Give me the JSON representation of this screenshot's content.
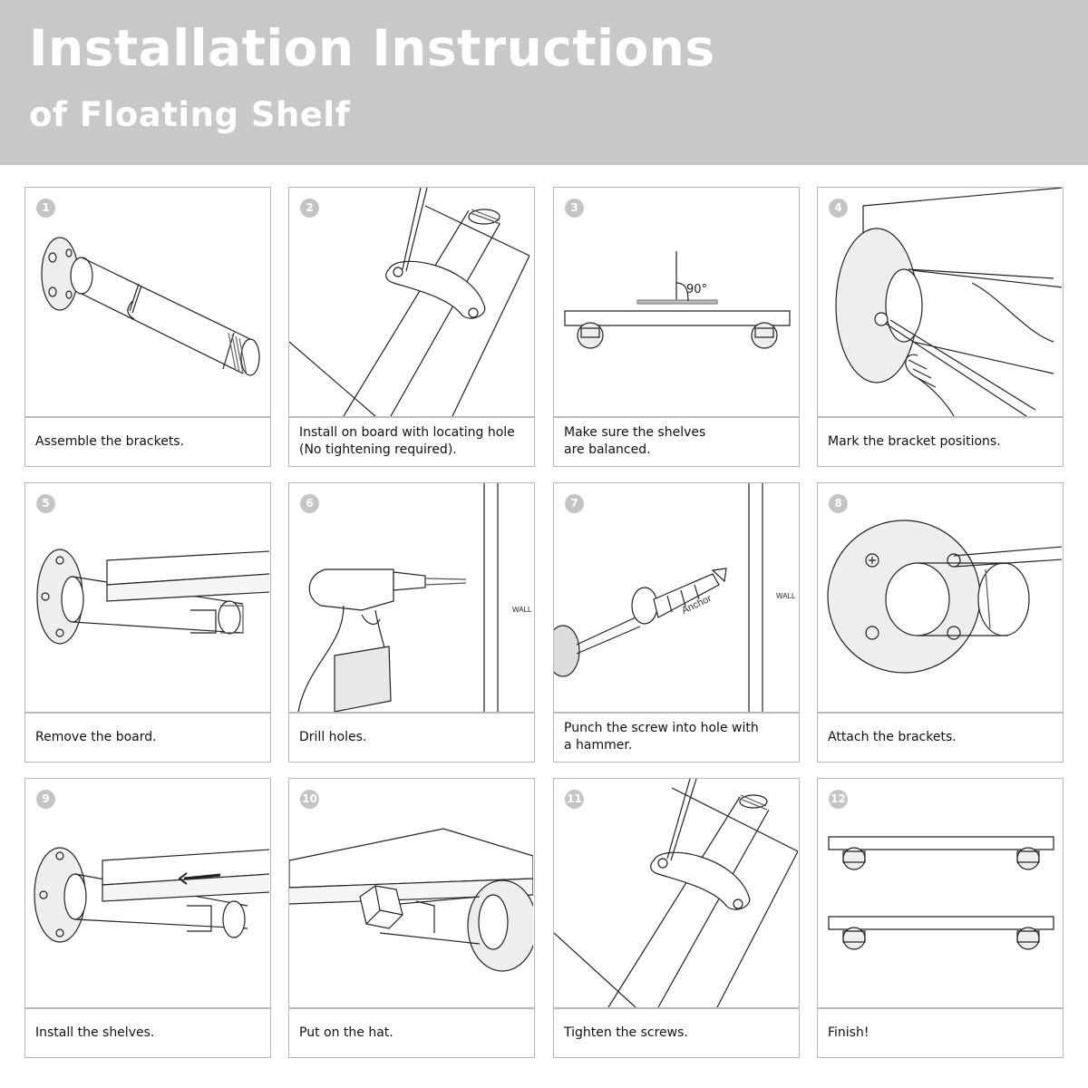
{
  "header": {
    "title": "Installation Instructions",
    "subtitle": "of Floating Shelf"
  },
  "steps": [
    {
      "number": "1",
      "caption": "Assemble the brackets."
    },
    {
      "number": "2",
      "caption": "Install on board with locating hole\n(No tightening required)."
    },
    {
      "number": "3",
      "caption": "Make sure the shelves\nare balanced.",
      "angle_label": "90°"
    },
    {
      "number": "4",
      "caption": "Mark the bracket positions."
    },
    {
      "number": "5",
      "caption": "Remove the board."
    },
    {
      "number": "6",
      "caption": "Drill holes.",
      "wall_label": "WALL"
    },
    {
      "number": "7",
      "caption": "Punch the screw into hole with\na hammer.",
      "anchor_label": "Anchor",
      "wall_label": "WALL"
    },
    {
      "number": "8",
      "caption": "Attach the brackets."
    },
    {
      "number": "9",
      "caption": "Install the shelves."
    },
    {
      "number": "10",
      "caption": "Put on the hat."
    },
    {
      "number": "11",
      "caption": "Tighten the screws."
    },
    {
      "number": "12",
      "caption": "Finish!"
    }
  ],
  "colors": {
    "header_bg": "#c8c8c8",
    "border": "#b9b9b9",
    "badge": "#c4c4c4"
  }
}
